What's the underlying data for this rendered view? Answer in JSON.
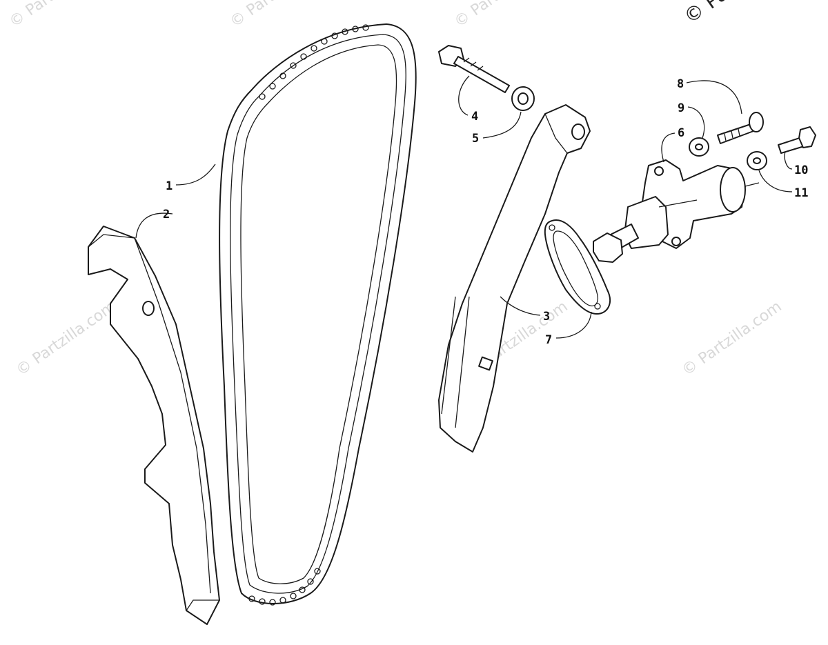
{
  "watermark": {
    "text": "© Partzilla.com",
    "corner_text": "© Pa"
  },
  "callouts": [
    {
      "id": "1",
      "label": "1"
    },
    {
      "id": "2",
      "label": "2"
    },
    {
      "id": "3",
      "label": "3"
    },
    {
      "id": "4",
      "label": "4"
    },
    {
      "id": "5",
      "label": "5"
    },
    {
      "id": "6",
      "label": "6"
    },
    {
      "id": "7",
      "label": "7"
    },
    {
      "id": "8",
      "label": "8"
    },
    {
      "id": "9",
      "label": "9"
    },
    {
      "id": "10",
      "label": "10"
    },
    {
      "id": "11",
      "label": "11"
    }
  ]
}
